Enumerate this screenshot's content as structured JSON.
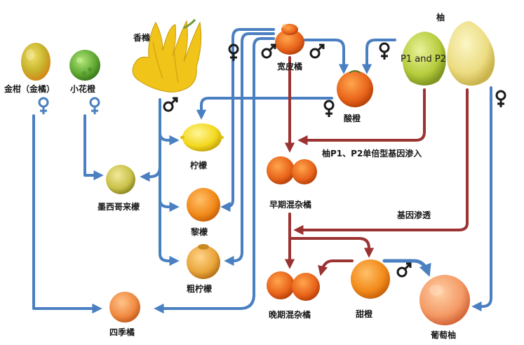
{
  "labels": {
    "kumquat": "金柑（金橘）",
    "papeda": "小花橙",
    "citron": "香橼",
    "mandarin": "宽皮橘",
    "pomelo": "柚",
    "p1p2": "P1 and P2",
    "sour_orange": "酸橙",
    "lemon": "柠檬",
    "mexican_lime": "墨西哥来檬",
    "early_hybrid": "早期混杂橘",
    "lime": "黎檬",
    "rough_lemon": "粗柠檬",
    "calamondin": "四季橘",
    "late_hybrid": "晚期混杂橘",
    "sweet_orange": "甜橙",
    "grapefruit": "葡萄柚",
    "note_single": "柚P1、P2单倍型基因渗入",
    "note_introgression": "基因渗透"
  },
  "colors": {
    "blue_arrow": "#4a7fc1",
    "red_arrow": "#9b3332"
  }
}
